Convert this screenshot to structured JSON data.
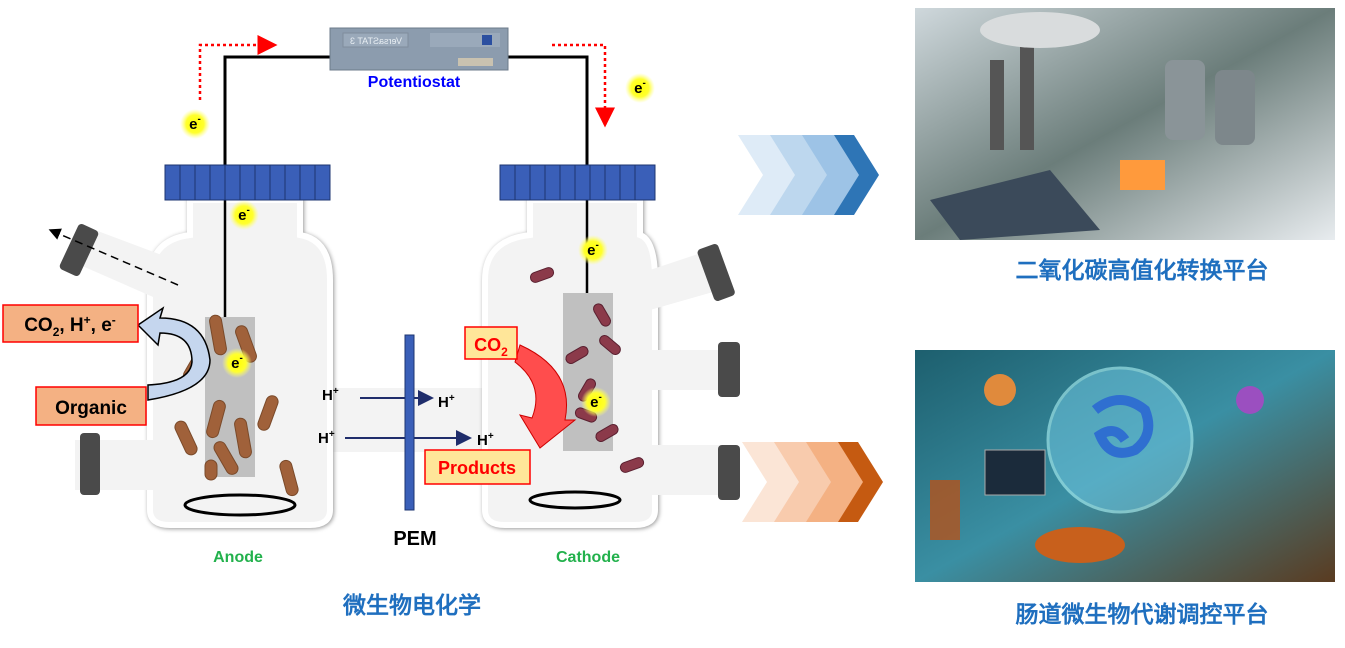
{
  "potentiostat": {
    "label": "Potentiostat",
    "device_text": "VersaSTAT 3"
  },
  "electron": {
    "e": "e",
    "sup": "-"
  },
  "proton": {
    "h": "H",
    "sup": "+"
  },
  "anode": {
    "label": "Anode",
    "products_box": {
      "p1": "CO",
      "sub": "2",
      "p2": ", H",
      "sup1": "+",
      "p3": ", e",
      "sup2": "-"
    },
    "organic_box": "Organic"
  },
  "cathode": {
    "label": "Cathode",
    "co2_box": {
      "co": "CO",
      "sub": "2"
    },
    "products_box": "Products"
  },
  "pem": {
    "label": "PEM"
  },
  "left_title": "微生物电化学",
  "platforms": [
    {
      "title": "二氧化碳高值化转换平台",
      "image": "industrial-co2-plant-illustration"
    },
    {
      "title": "肠道微生物代谢调控平台",
      "image": "gut-microbiome-lab-illustration"
    }
  ],
  "colors": {
    "accent_blue": "#1f6fbf",
    "accent_orange": "#c55a11",
    "green_label": "#22b14c",
    "box_fill": "#f4b183",
    "box_border": "#ff0000",
    "cap_blue": "#3a5fb8"
  }
}
